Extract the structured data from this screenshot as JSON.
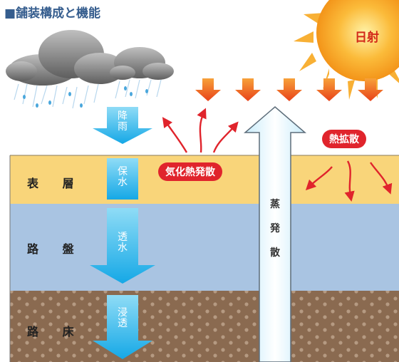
{
  "title": "■舗装構成と機能",
  "sun_label": "日射",
  "layers": {
    "surface": "表 層",
    "base": "路 盤",
    "subgrade": "路 床"
  },
  "flows": {
    "rain": "降雨",
    "retention": "保水",
    "permeation": "透水",
    "infiltration": "浸透",
    "evaporation": "蒸発散"
  },
  "badges": {
    "latent_heat": "気化熱発散",
    "heat_diffusion": "熱拡散"
  },
  "colors": {
    "surface_layer": "#f9d57a",
    "base_layer": "#a9c4e2",
    "subgrade_layer": "#8a6a50",
    "water_arrow": "#1fb3ec",
    "heat_arrow": "#e8541e",
    "badge_red": "#e0242c",
    "title_blue": "#355d8e"
  }
}
